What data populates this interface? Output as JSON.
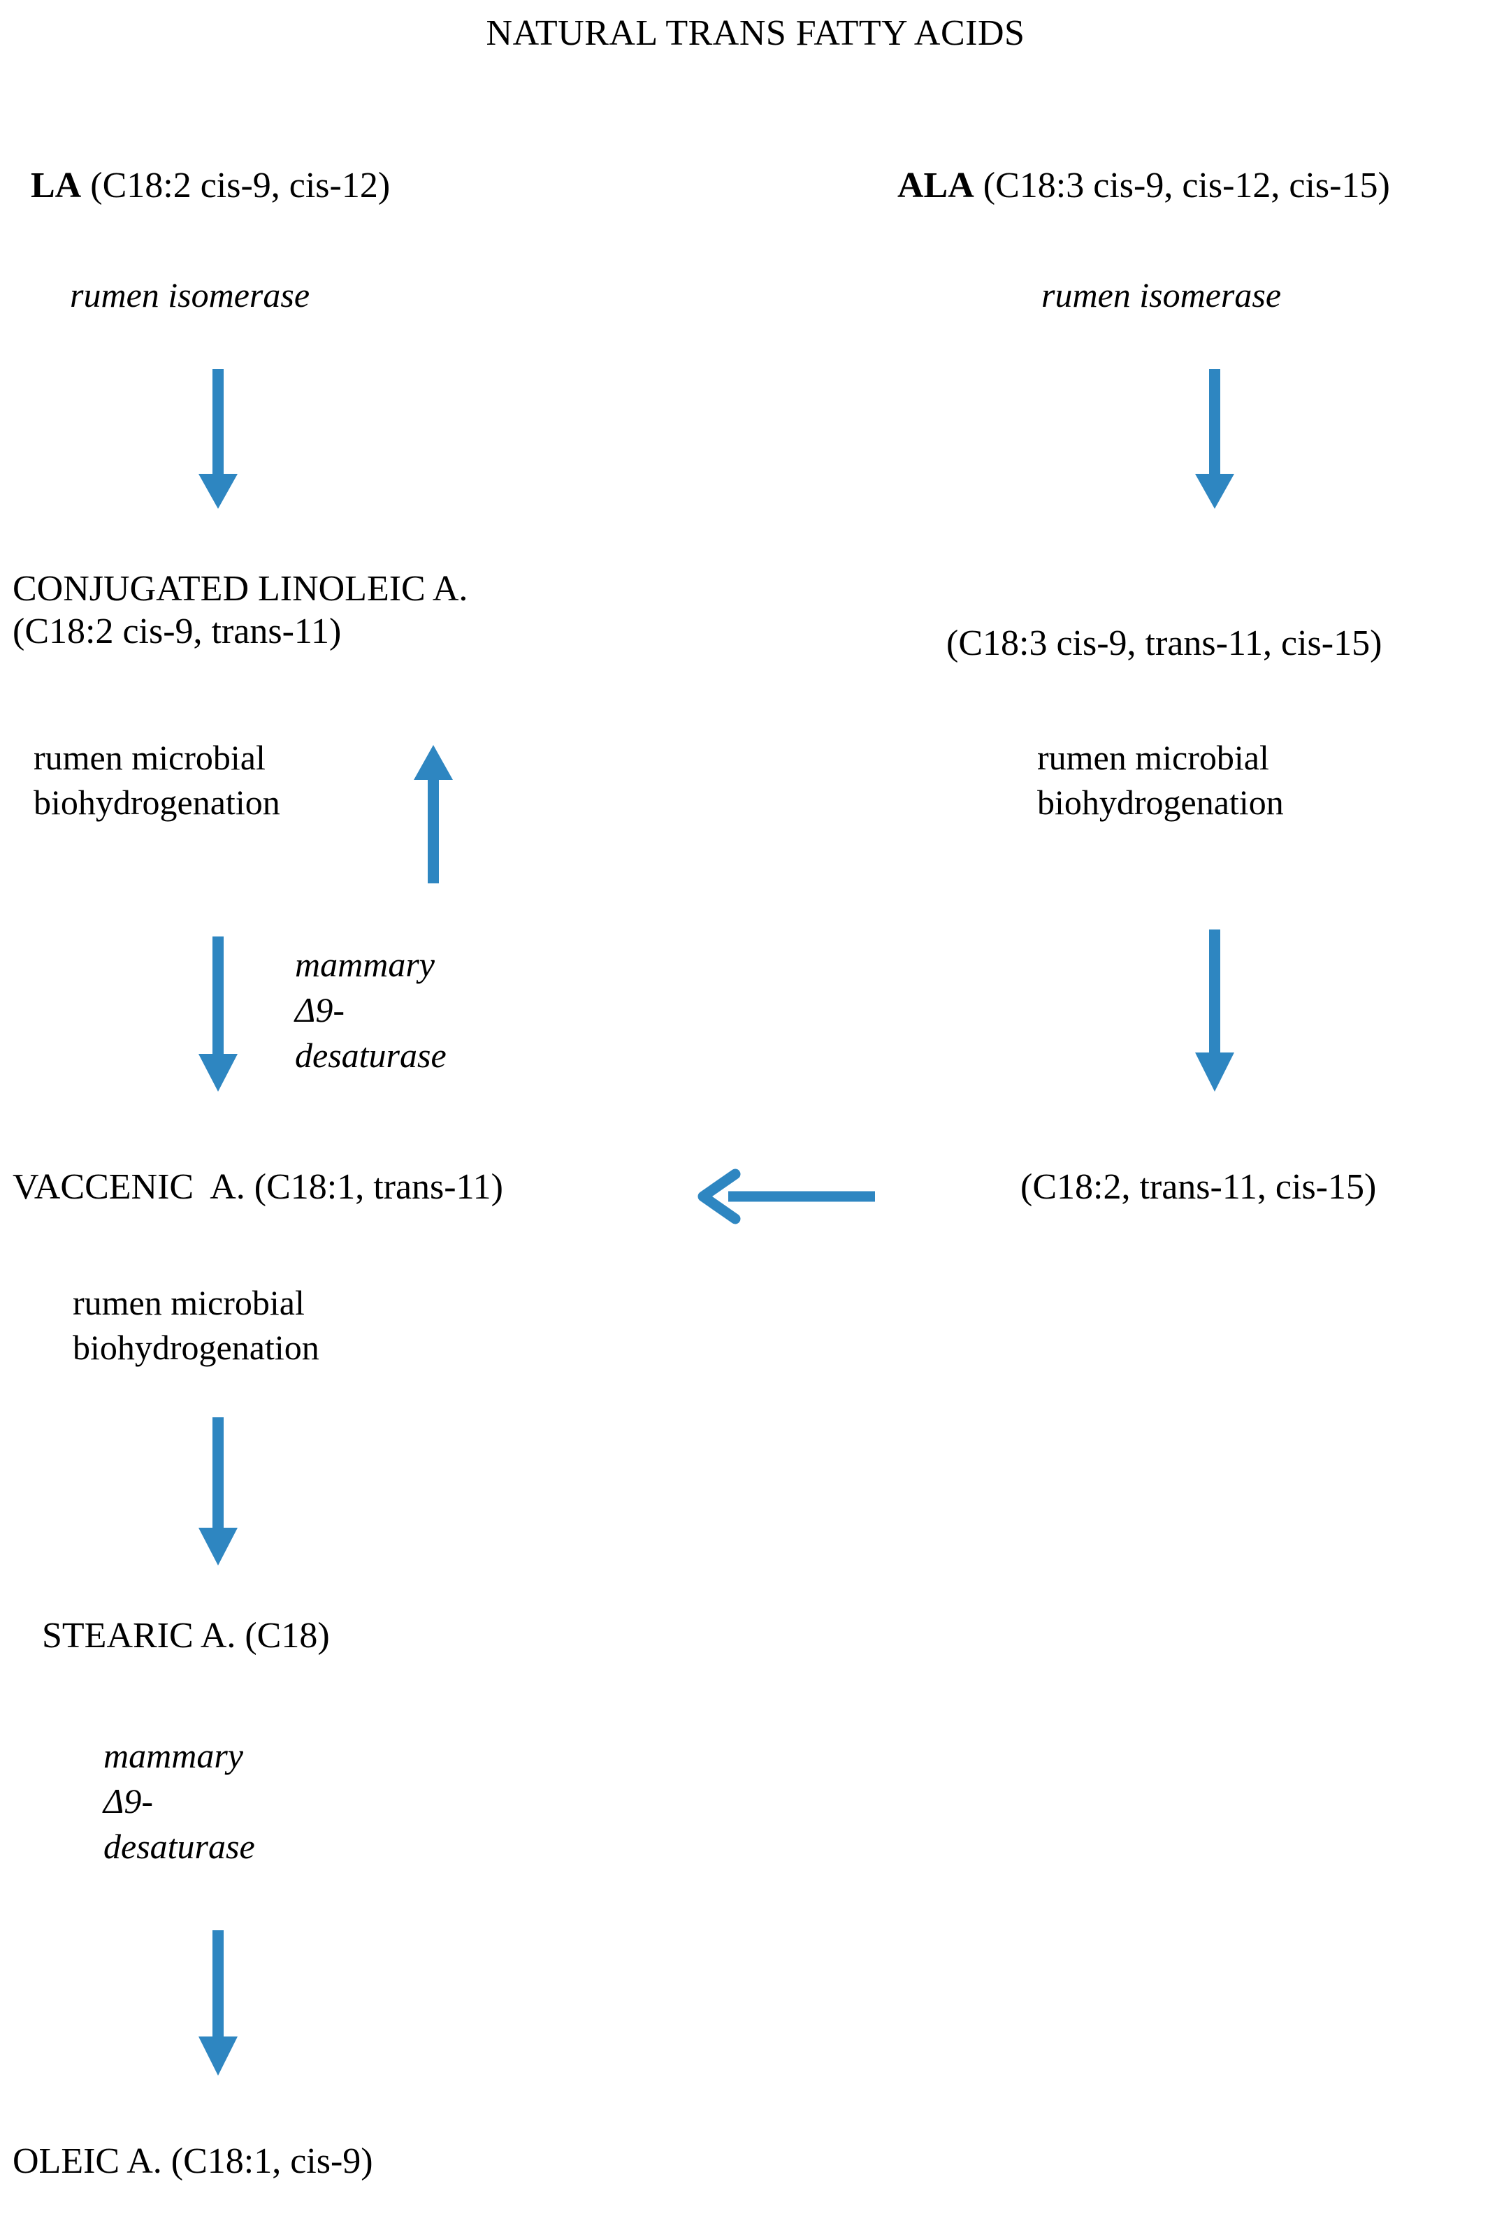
{
  "title": "NATURAL TRANS FATTY ACIDS",
  "colors": {
    "arrow": "#2E86C1",
    "text": "#0d0d0d",
    "background": "#ffffff"
  },
  "left_column": {
    "substrate_prefix": "LA",
    "substrate_rest": " (C18:2 cis-9, cis-12)",
    "enzyme_1": "rumen isomerase",
    "product_1_line1": "CONJUGATED LINOLEIC A.",
    "product_1_line2": "(C18:2 cis-9, trans-11)",
    "process_1_line1": "rumen microbial",
    "process_1_line2": "biohydrogenation",
    "desaturase_1_line1": "mammary",
    "desaturase_1_line2": "Δ9-",
    "desaturase_1_line3": "desaturase",
    "product_2": "VACCENIC  A. (C18:1, trans-11)",
    "process_2_line1": "rumen microbial",
    "process_2_line2": "biohydrogenation",
    "product_3": "STEARIC A. (C18)",
    "desaturase_2_line1": "mammary",
    "desaturase_2_line2": "Δ9-",
    "desaturase_2_line3": "desaturase",
    "product_4": "OLEIC A. (C18:1, cis-9)"
  },
  "right_column": {
    "substrate_prefix": "ALA",
    "substrate_rest": " (C18:3 cis-9, cis-12, cis-15)",
    "enzyme_1": "rumen isomerase",
    "product_1": "(C18:3 cis-9, trans-11, cis-15)",
    "process_1_line1": "rumen microbial",
    "process_1_line2": "biohydrogenation",
    "product_2": "(C18:2, trans-11, cis-15)"
  },
  "arrows": [
    {
      "name": "arrow-la-to-cla",
      "direction": "down"
    },
    {
      "name": "arrow-ala-to-c183",
      "direction": "down"
    },
    {
      "name": "arrow-va-to-cla",
      "direction": "up"
    },
    {
      "name": "arrow-cla-to-va",
      "direction": "down"
    },
    {
      "name": "arrow-c183-to-c182",
      "direction": "down"
    },
    {
      "name": "arrow-c182-to-va",
      "direction": "left"
    },
    {
      "name": "arrow-va-to-stearic",
      "direction": "down"
    },
    {
      "name": "arrow-stearic-to-oleic",
      "direction": "down"
    }
  ]
}
